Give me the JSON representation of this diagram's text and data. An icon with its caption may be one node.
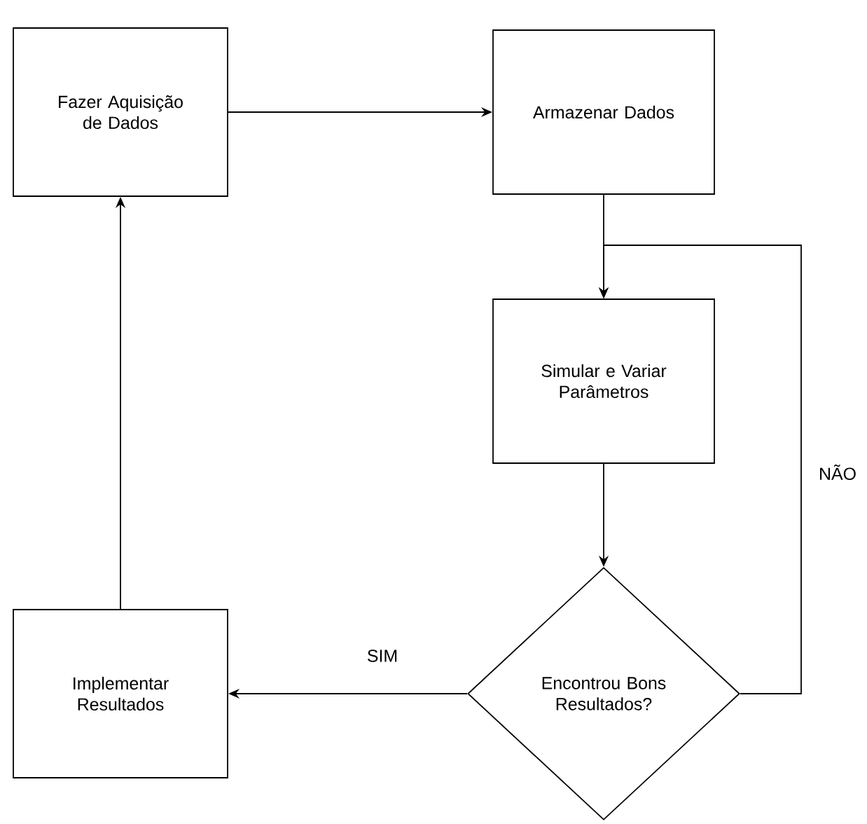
{
  "diagram": {
    "nodes": [
      {
        "text": [
          "Fazer Aquisição de Dados"
        ]
      },
      {
        "text": [
          "Armazenar Dados"
        ]
      },
      {
        "text": [
          "Simular e Variar Parâmetros"
        ]
      },
      {
        "text": [
          "Encontrou Bons Resultados?"
        ]
      },
      {
        "text": [
          "Implementar Resultados"
        ]
      }
    ],
    "edges": [
      {
        "from": 0,
        "to": 1,
        "arrow": "to"
      },
      {
        "from": 1,
        "to": 2,
        "arrow": "to"
      },
      {
        "from": 2,
        "to": 3,
        "arrow": "to"
      },
      {
        "from": 3,
        "to": 4,
        "arrow": "to",
        "label": "SIM"
      },
      {
        "from": 3,
        "to": 2,
        "arrow": "to",
        "label": "NÃO"
      },
      {
        "from": 4,
        "to": 0,
        "arrow": "to"
      }
    ]
  }
}
